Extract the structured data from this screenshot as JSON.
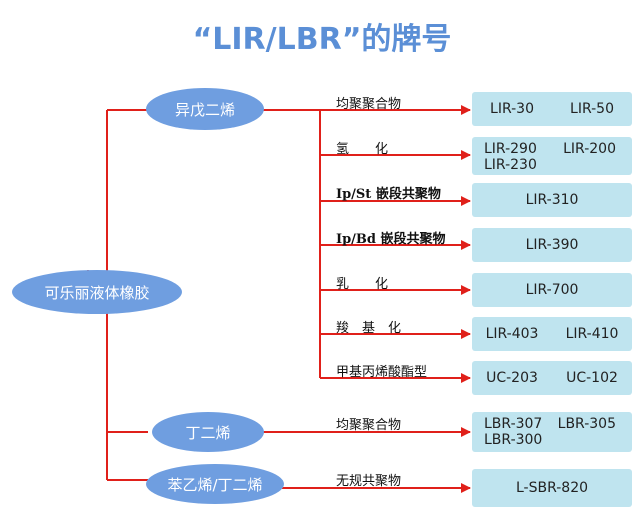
{
  "title": "“LIR/LBR”的牌号",
  "root": "可乐丽液体橡胶",
  "groups": [
    {
      "label": "异戊二烯"
    },
    {
      "label": "丁二烯"
    },
    {
      "label": "苯乙烯/丁二烯"
    }
  ],
  "branches": [
    {
      "label": "均聚聚合物",
      "products": [
        "LIR-30",
        "LIR-50"
      ]
    },
    {
      "label": "氢　　化",
      "products": [
        "LIR-290",
        "LIR-200",
        "LIR-230"
      ]
    },
    {
      "label": "Ip/St 嵌段共聚物",
      "products": [
        "LIR-310"
      ]
    },
    {
      "label": "Ip/Bd 嵌段共聚物",
      "products": [
        "LIR-390"
      ]
    },
    {
      "label": "乳　　化",
      "products": [
        "LIR-700"
      ]
    },
    {
      "label": "羧　基　化",
      "products": [
        "LIR-403",
        "LIR-410"
      ]
    },
    {
      "label": "甲基丙烯酸酯型",
      "products": [
        "UC-203",
        "UC-102"
      ]
    },
    {
      "label": "均聚聚合物",
      "products": [
        "LBR-307",
        "LBR-305",
        "LBR-300"
      ]
    },
    {
      "label": "无规共聚物",
      "products": [
        "L-SBR-820"
      ]
    }
  ],
  "colors": {
    "line": "#e0201a",
    "ellipse": "#6f9ee0",
    "box": "#bfe4ef",
    "title": "#5b8fd6"
  }
}
